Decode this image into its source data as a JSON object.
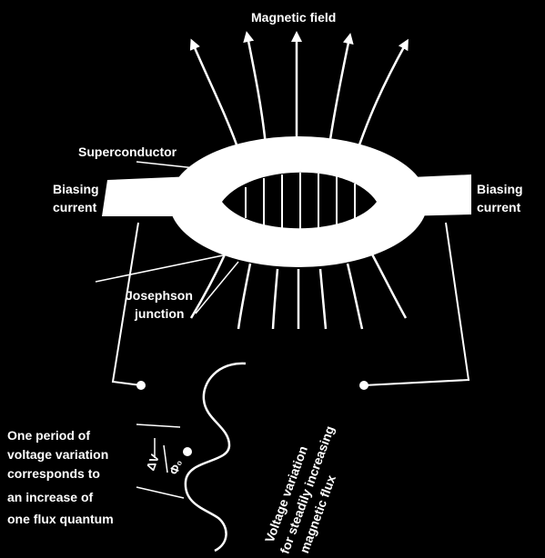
{
  "labels": {
    "magnetic_field": "Magnetic field",
    "superconductor": "Superconductor",
    "biasing_left_1": "Biasing",
    "biasing_left_2": "current",
    "biasing_right_1": "Biasing",
    "biasing_right_2": "current",
    "josephson_1": "Josephson",
    "josephson_2": "junction",
    "period_1": "One period of",
    "period_2": "voltage variation",
    "period_3": "corresponds to",
    "period_4": "an increase of",
    "period_5": "one flux quantum",
    "voltage_1": "Voltage variation",
    "voltage_2": "for steadily increasing",
    "voltage_3": "magnetic flux",
    "delta_v": "ΔV",
    "phi": "Φ₀"
  },
  "colors": {
    "background": "#000000",
    "foreground": "#ffffff"
  }
}
